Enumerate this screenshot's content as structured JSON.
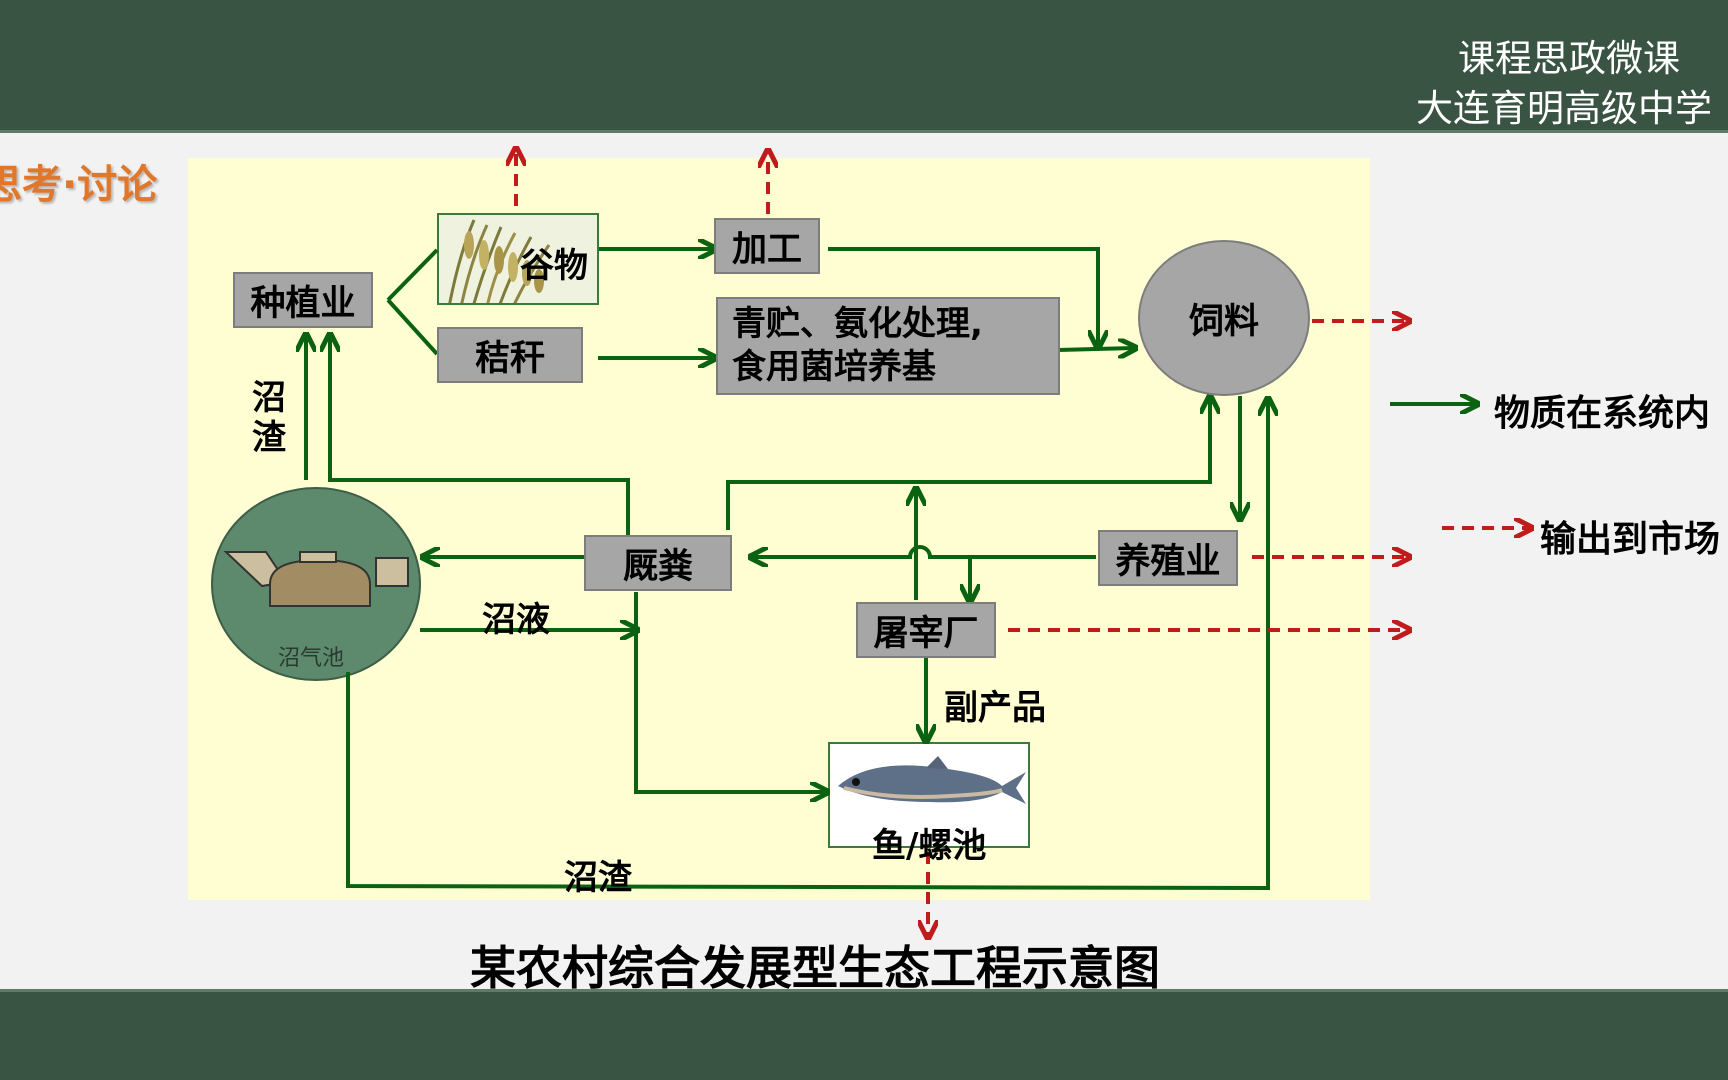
{
  "header": {
    "line1": "课程思政微课",
    "line2": "大连育明高级中学"
  },
  "section_tag": "思考·讨论",
  "diagram": {
    "caption": "某农村综合发展型生态工程示意图",
    "nodes": {
      "planting": "种植业",
      "grain": "谷物",
      "straw": "秸秆",
      "processing": "加工",
      "silage_line1": "青贮、氨化处理,",
      "silage_line2": "食用菌培养基",
      "feed": "饲料",
      "manure": "厩粪",
      "breeding": "养殖业",
      "slaughterhouse": "屠宰厂",
      "biogas": "沼气池",
      "fishpond": "鱼/螺池"
    },
    "edge_labels": {
      "residue_vertical": "沼渣",
      "slurry": "沼液",
      "byproduct": "副产品",
      "residue_bottom": "沼渣"
    }
  },
  "legend": {
    "internal": "物质在系统内",
    "market": "输出到市场"
  },
  "colors": {
    "header_bg": "#3a5444",
    "panel_bg": "#fffed2",
    "node_fill": "#a6a6a6",
    "flow_green": "#0b6312",
    "market_red": "#c01c1c",
    "tag_orange": "#e0772a"
  }
}
